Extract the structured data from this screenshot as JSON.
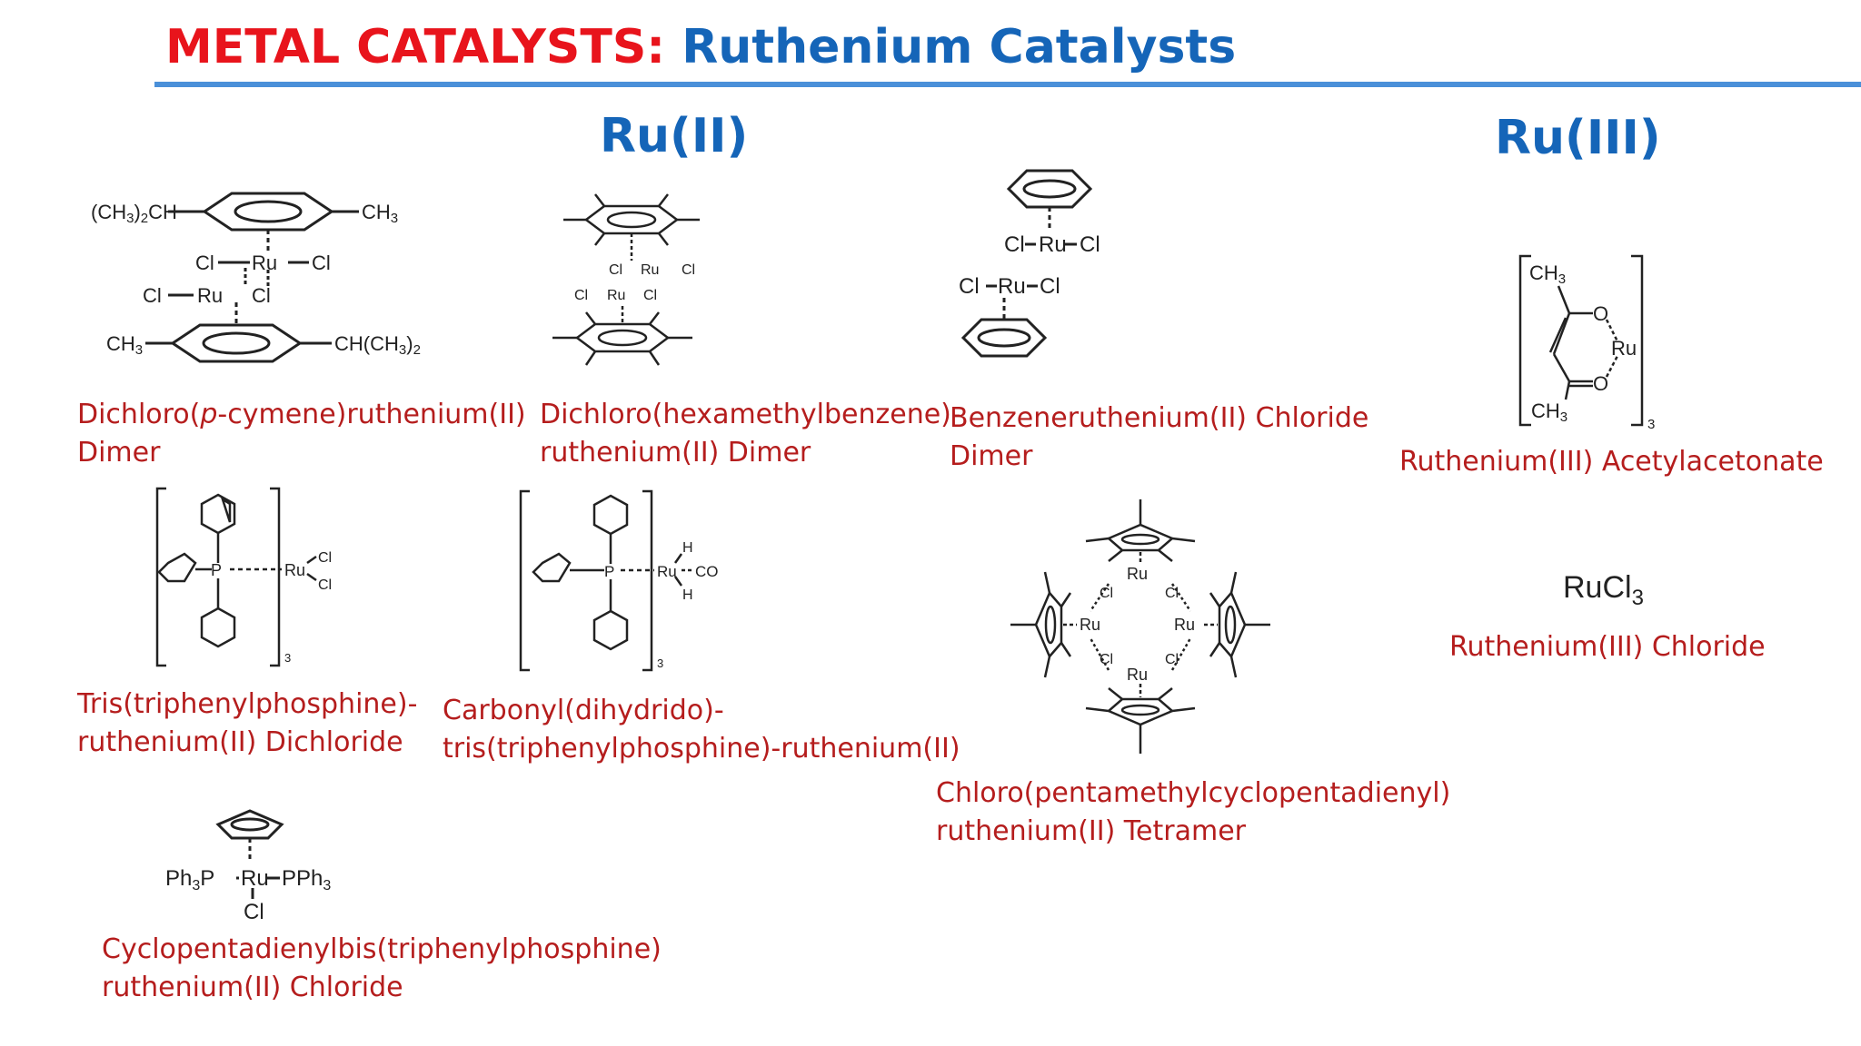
{
  "title": {
    "prefix": "METAL CATALYSTS:",
    "suffix": "Ruthenium Catalysts"
  },
  "sections": {
    "ru2": "Ru(II)",
    "ru3": "Ru(III)"
  },
  "compounds": [
    {
      "id": "pcymene",
      "line1_a": "Dichloro(",
      "line1_italic": "p",
      "line1_b": "-cymene)ruthenium(II)",
      "line2": "Dimer"
    },
    {
      "id": "hmb",
      "line1": "Dichloro(hexamethylbenzene)-",
      "line2": "ruthenium(II) Dimer"
    },
    {
      "id": "benzene",
      "line1": "Benzeneruthenium(II) Chloride",
      "line2": "Dimer"
    },
    {
      "id": "acac",
      "line1": "Ruthenium(III) Acetylacetonate"
    },
    {
      "id": "tpp",
      "line1": "Tris(triphenylphosphine)-",
      "line2": "ruthenium(II) Dichloride"
    },
    {
      "id": "carbonyl",
      "line1": "Carbonyl(dihydrido)-",
      "line2": "tris(triphenylphosphine)-ruthenium(II)"
    },
    {
      "id": "cpstar",
      "line1": "Chloro(pentamethylcyclopentadienyl)",
      "line2": "ruthenium(II) Tetramer"
    },
    {
      "id": "rucl3",
      "line1": "Ruthenium(III) Chloride"
    },
    {
      "id": "cp",
      "line1": "Cyclopentadienylbis(triphenylphosphine)",
      "line2": "ruthenium(II) Chloride"
    }
  ],
  "labels": {
    "ru": "Ru",
    "cl": "Cl",
    "ch3": "CH",
    "sub3": "3",
    "sub2": "2",
    "ipr_left": "(CH",
    "ipr_right": "CH(CH",
    "ch_close": ")",
    "co": "CO",
    "h": "H",
    "p": "P",
    "o": "O",
    "pph3": "PPh",
    "ph3p": "Ph",
    "ph3p_tail": "P",
    "rucl3_main": "RuCl",
    "rucl3_sub": "3"
  },
  "colors": {
    "title_red": "#e8141c",
    "title_blue": "#1565b8",
    "rule": "#4a90d9",
    "caption": "#b51d1d"
  }
}
